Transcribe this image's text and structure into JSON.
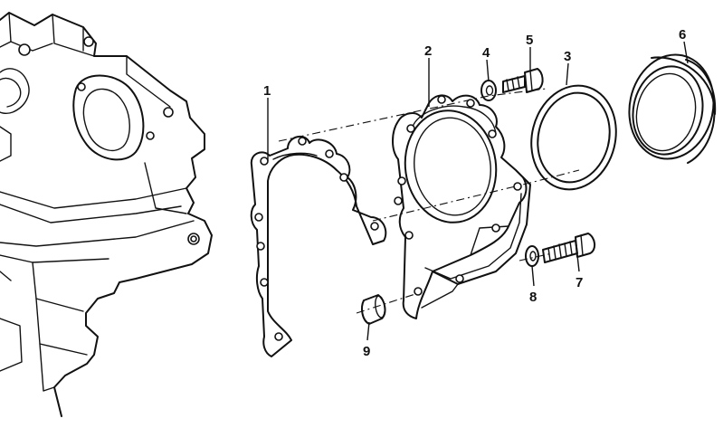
{
  "callouts": [
    {
      "id": "1",
      "text": "1"
    },
    {
      "id": "2",
      "text": "2"
    },
    {
      "id": "3",
      "text": "3"
    },
    {
      "id": "4",
      "text": "4"
    },
    {
      "id": "5",
      "text": "5"
    },
    {
      "id": "6",
      "text": "6"
    },
    {
      "id": "7",
      "text": "7"
    },
    {
      "id": "8",
      "text": "8"
    },
    {
      "id": "9",
      "text": "9"
    }
  ],
  "parts": [
    {
      "callout": "1",
      "name": "gasket"
    },
    {
      "callout": "2",
      "name": "rear-seal-cover"
    },
    {
      "callout": "3",
      "name": "o-ring"
    },
    {
      "callout": "4",
      "name": "washer"
    },
    {
      "callout": "5",
      "name": "bolt"
    },
    {
      "callout": "6",
      "name": "shaft-seal"
    },
    {
      "callout": "7",
      "name": "bolt"
    },
    {
      "callout": "8",
      "name": "washer"
    },
    {
      "callout": "9",
      "name": "dowel-sleeve"
    }
  ],
  "style": {
    "line_color": "#111111",
    "background": "#ffffff"
  }
}
